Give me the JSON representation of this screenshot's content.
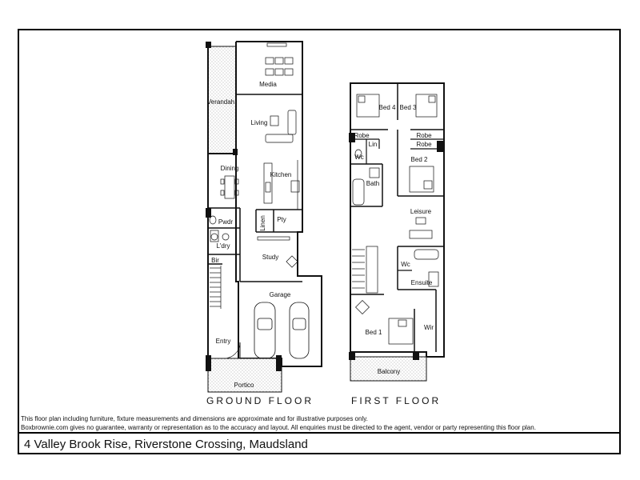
{
  "floors": {
    "ground_title": "GROUND FLOOR",
    "first_title": "FIRST FLOOR"
  },
  "ground_rooms": {
    "media": "Media",
    "verandah": "Verandah",
    "living": "Living",
    "dining": "Dining",
    "kitchen": "Kitchen",
    "pwdr": "Pwdr",
    "linen": "Linen",
    "pty": "Pty",
    "ldry": "L'dry",
    "bir": "Bir",
    "study": "Study",
    "garage": "Garage",
    "entry": "Entry",
    "portico": "Portico"
  },
  "first_rooms": {
    "bed4": "Bed 4",
    "bed3": "Bed 3",
    "robe_left": "Robe",
    "robe_right1": "Robe",
    "robe_right2": "Robe",
    "lin": "Lin",
    "wc_upper": "Wc",
    "bed2": "Bed 2",
    "bath": "Bath",
    "leisure": "Leisure",
    "wc_lower": "Wc",
    "ensuite": "Ensuite",
    "bed1": "Bed 1",
    "wir": "Wir",
    "balcony": "Balcony"
  },
  "disclaimer": {
    "line1": "This floor plan including furniture, fixture measurements and dimensions are approximate and for illustrative purposes only.",
    "line2": "Boxbrownie.com gives no guarantee, warranty or representation as to the accuracy and layout. All enquiries must be directed to the agent, vendor or party representing this floor plan."
  },
  "address": "4 Valley Brook Rise, Riverstone Crossing, Maudsland"
}
